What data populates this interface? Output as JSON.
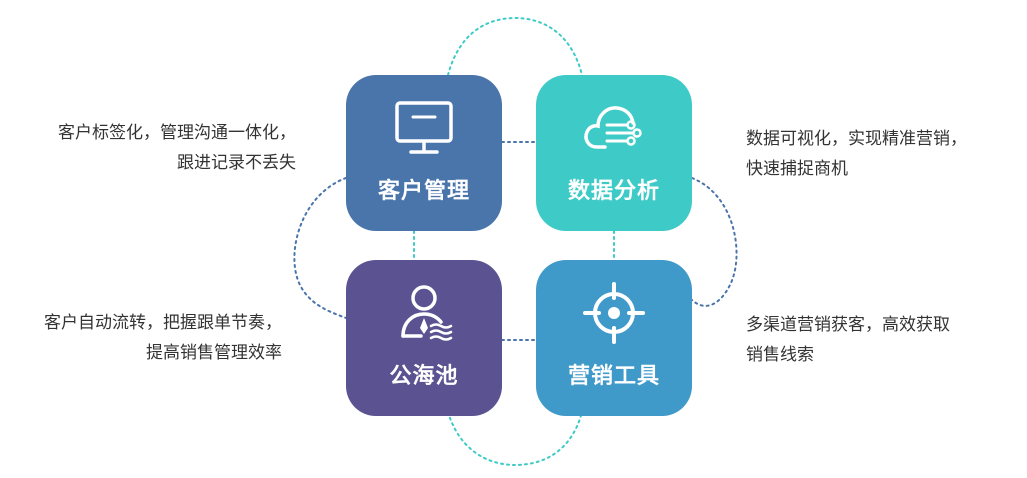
{
  "tiles": {
    "customer": {
      "label": "客户管理",
      "icon": "monitor-icon",
      "color": "#4a75ab"
    },
    "data": {
      "label": "数据分析",
      "icon": "cloud-data-icon",
      "color": "#3ecbc7"
    },
    "pool": {
      "label": "公海池",
      "icon": "user-pool-icon",
      "color": "#5b5292"
    },
    "marketing": {
      "label": "营销工具",
      "icon": "target-icon",
      "color": "#3f99c9"
    }
  },
  "descriptions": {
    "customer": [
      "客户标签化，管理沟通一体化，",
      "跟进记录不丢失"
    ],
    "data": [
      "数据可视化，实现精准营销，",
      "快速捕捉商机"
    ],
    "pool": [
      "客户自动流转，把握跟单节奏，",
      "提高销售管理效率"
    ],
    "marketing": [
      "多渠道营销获客，高效获取",
      "销售线索"
    ]
  },
  "connector_colors": {
    "teal": "#3ecbc7",
    "blue": "#4a75ab"
  }
}
